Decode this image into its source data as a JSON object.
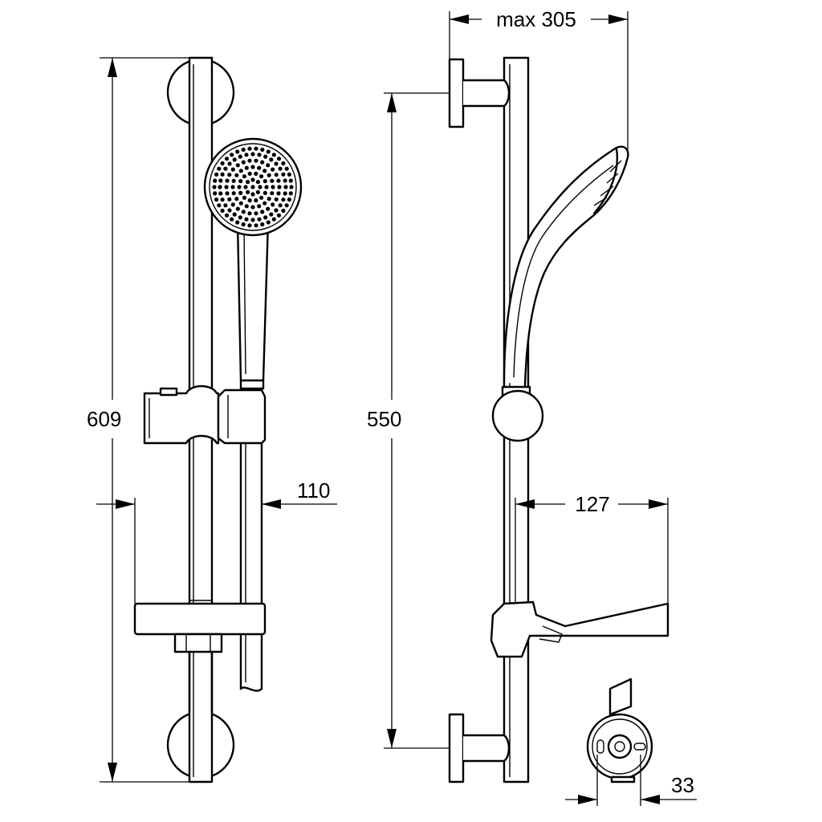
{
  "dimensions": {
    "overall_height": "609",
    "bracket_spacing": "550",
    "max_projection": "max 305",
    "tray_depth": "127",
    "tray_offset": "110",
    "rail_diameter": "33"
  },
  "colors": {
    "line": "#000000",
    "background": "#ffffff"
  }
}
